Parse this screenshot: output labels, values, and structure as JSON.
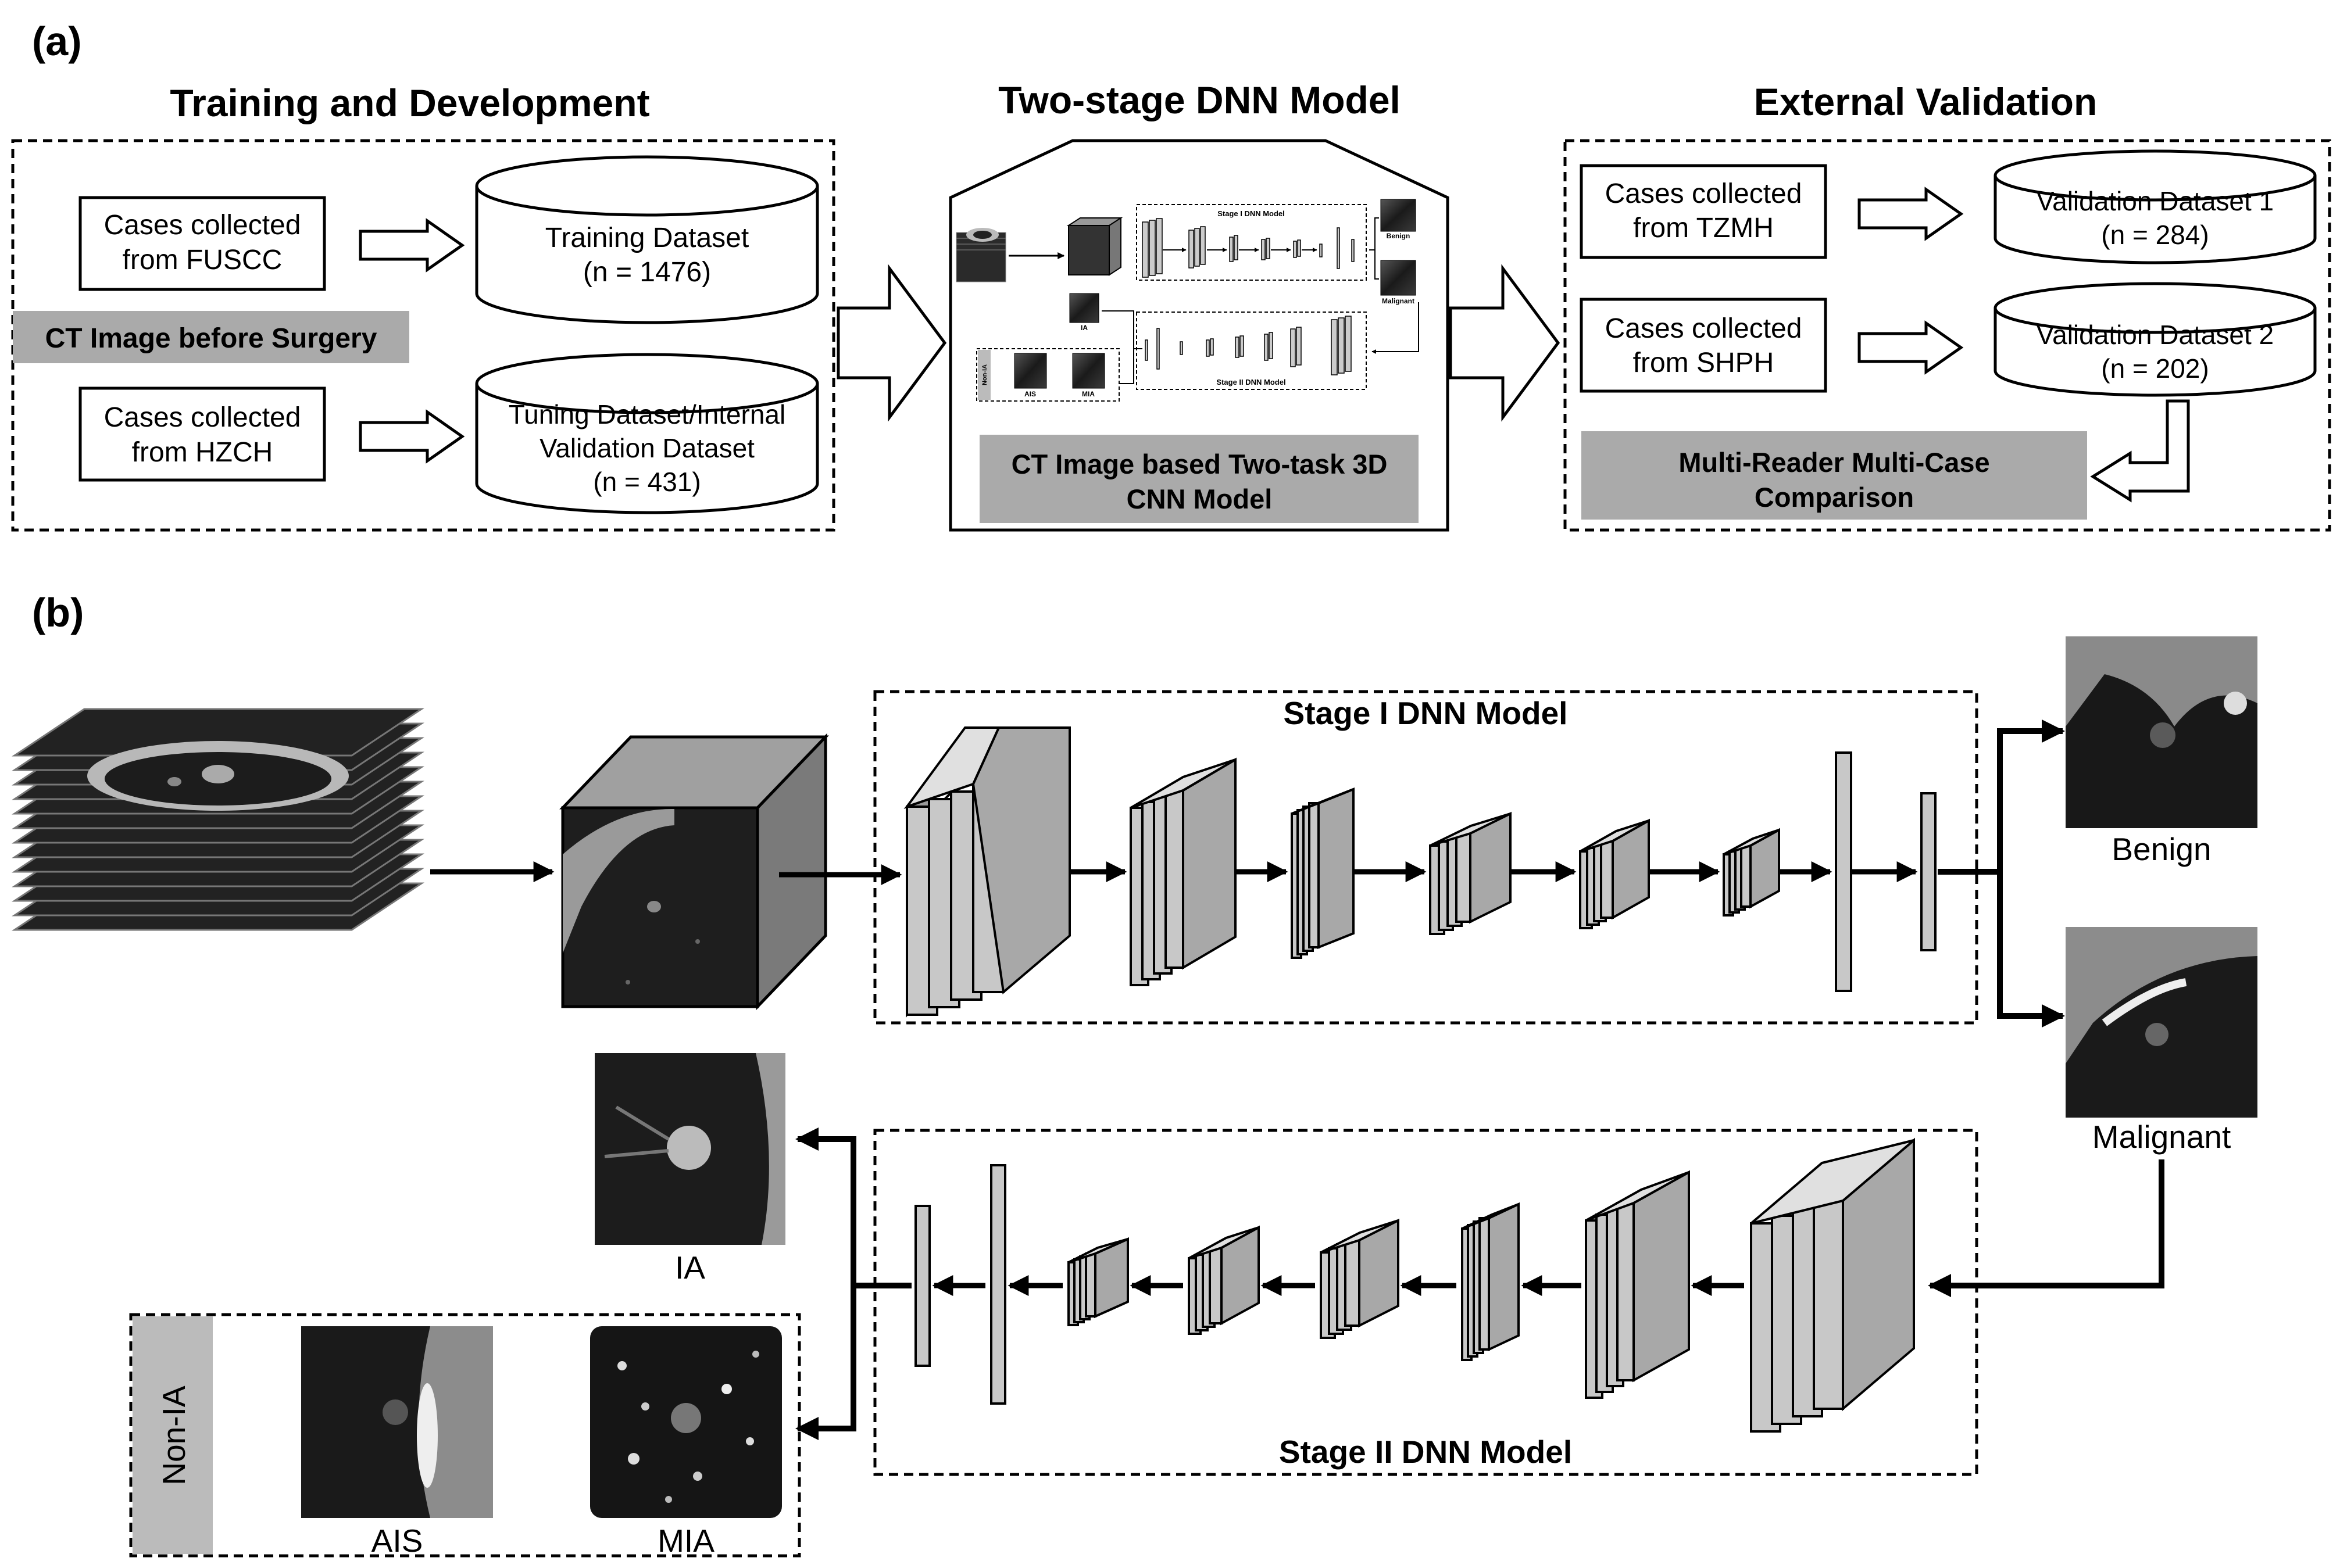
{
  "panel_a": {
    "label": "(a)",
    "training": {
      "title": "Training and Development",
      "fuscc_line1": "Cases collected",
      "fuscc_line2": "from FUSCC",
      "training_line1": "Training Dataset",
      "training_line2": "(n = 1476)",
      "ct_banner": "CT Image before Surgery",
      "hzch_line1": "Cases collected",
      "hzch_line2": "from HZCH",
      "tuning_line1": "Tuning Dataset/Internal",
      "tuning_line2": "Validation Dataset",
      "tuning_line3": "(n = 431)"
    },
    "model": {
      "title": "Two-stage DNN Model",
      "banner_line1": "CT Image based Two-task 3D",
      "banner_line2": "CNN Model",
      "mini_stage1": "Stage I DNN Model",
      "mini_stage2": "Stage II DNN Model",
      "mini_benign": "Benign",
      "mini_malignant": "Malignant",
      "mini_ia": "IA",
      "mini_nonia": "Non-IA",
      "mini_ais": "AIS",
      "mini_mia": "MIA"
    },
    "external": {
      "title": "External Validation",
      "tzmh_line1": "Cases collected",
      "tzmh_line2": "from TZMH",
      "val1_line1": "Validation Dataset 1",
      "val1_line2": "(n = 284)",
      "shph_line1": "Cases collected",
      "shph_line2": "from SHPH",
      "val2_line1": "Validation Dataset 2",
      "val2_line2": "(n = 202)",
      "mrmc_line1": "Multi-Reader Multi-Case",
      "mrmc_line2": "Comparison"
    }
  },
  "panel_b": {
    "label": "(b)",
    "stage1_title": "Stage I DNN Model",
    "stage2_title": "Stage II DNN Model",
    "benign": "Benign",
    "malignant": "Malignant",
    "ia": "IA",
    "non_ia": "Non-IA",
    "ais": "AIS",
    "mia": "MIA"
  }
}
